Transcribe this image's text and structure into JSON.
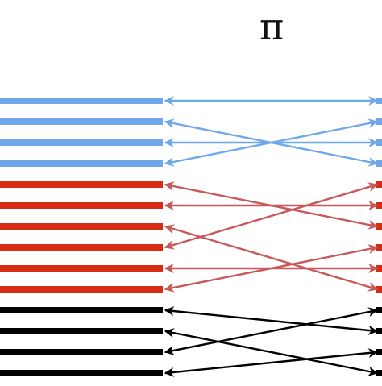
{
  "title_symbol": "π",
  "colors": {
    "blue": "#6fa8ea",
    "red": "#d72c14",
    "black": "#000000",
    "red_arrow": "#c8585a"
  },
  "groups": [
    {
      "name": "blue",
      "count": 4,
      "mapping": [
        0,
        3,
        2,
        1
      ]
    },
    {
      "name": "red",
      "count": 6,
      "mapping": [
        2,
        1,
        5,
        0,
        4,
        3
      ]
    },
    {
      "name": "black",
      "count": 4,
      "mapping": [
        1,
        3,
        0,
        2
      ]
    }
  ]
}
